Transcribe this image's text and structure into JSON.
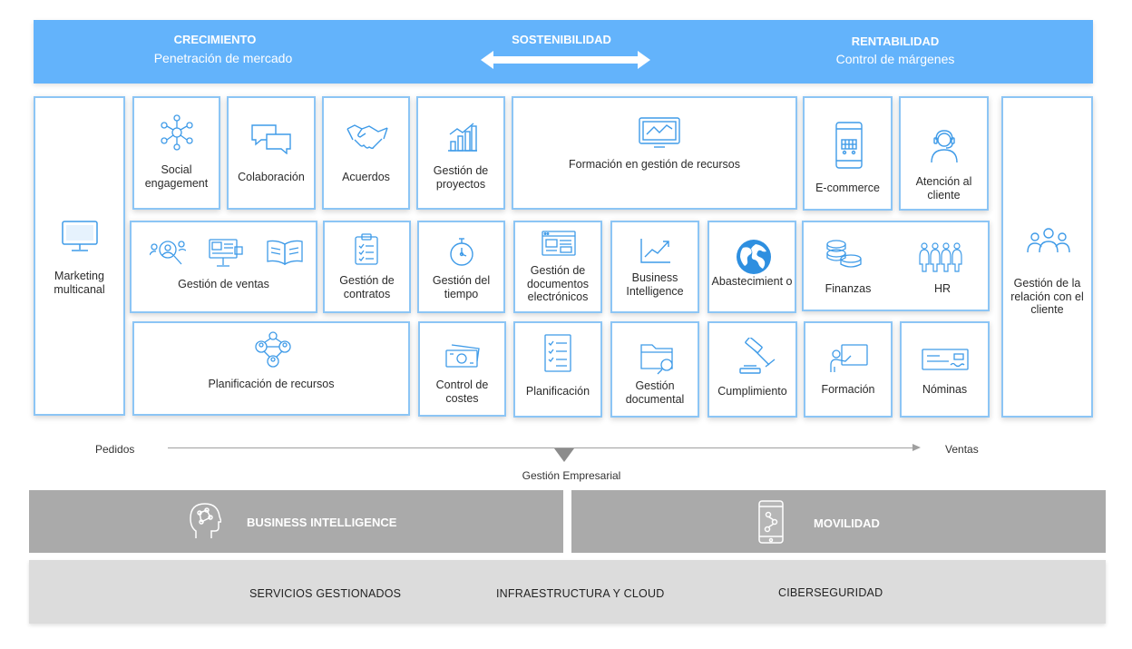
{
  "top_bar": {
    "growth_title": "CRECIMIENTO",
    "growth_subtitle": "Penetración de mercado",
    "sustainability_title": "SOSTENIBILIDAD",
    "profit_title": "RENTABILIDAD",
    "profit_subtitle": "Control de márgenes"
  },
  "modules": {
    "marketing": "Marketing multicanal",
    "social": "Social engagement",
    "collab": "Colaboración",
    "agreements": "Acuerdos",
    "projects": "Gestión de proyectos",
    "training_resources": "Formación en gestión de recursos",
    "ecommerce": "E-commerce",
    "customer_service": "Atención al cliente",
    "crm": "Gestión de la relación con el cliente",
    "sales": "Gestión de ventas",
    "contracts": "Gestión de contratos",
    "time": "Gestión del tiempo",
    "edocs": "Gestión de documentos electrónicos",
    "bi": "Business Intelligence",
    "procurement": "Abastecimient o",
    "finance": "Finanzas",
    "hr": "HR",
    "resource_planning": "Planificación de recursos",
    "cost_control": "Control de costes",
    "planning": "Planificación",
    "doc_mgmt": "Gestión documental",
    "compliance": "Cumplimiento",
    "training": "Formación",
    "payroll": "Nóminas"
  },
  "axis": {
    "left": "Pedidos",
    "right": "Ventas",
    "center": "Gestión Empresarial"
  },
  "bottom": {
    "bi_label": "BUSINESS INTELLIGENCE",
    "mobility_label": "MOVILIDAD",
    "services": [
      "SERVICIOS GESTIONADOS",
      "INFRAESTRUCTURA Y CLOUD",
      "CIBERSEGURIDAD"
    ]
  },
  "colors": {
    "accent_blue": "#63b3fb",
    "tile_border": "#8cc5f5",
    "icon_blue": "#3f9be8",
    "gray_bar": "#aaaaaa",
    "services_bg": "#dcdcdc"
  },
  "icons": [
    "network-icon",
    "chat-bubbles-icon",
    "handshake-icon",
    "bar-chart-icon",
    "presentation-icon",
    "phone-cart-icon",
    "headset-person-icon",
    "monitor-icon",
    "people-group-icon",
    "search-users-icon",
    "presentation-screen-icon",
    "open-book-icon",
    "clipboard-icon",
    "stopwatch-icon",
    "browser-window-icon",
    "trend-chart-icon",
    "globe-icon",
    "coins-icon",
    "team-icon",
    "resource-network-icon",
    "banknotes-icon",
    "checklist-icon",
    "folder-search-icon",
    "gavel-icon",
    "whiteboard-icon",
    "check-icon",
    "brain-icon",
    "smartphone-icon"
  ]
}
